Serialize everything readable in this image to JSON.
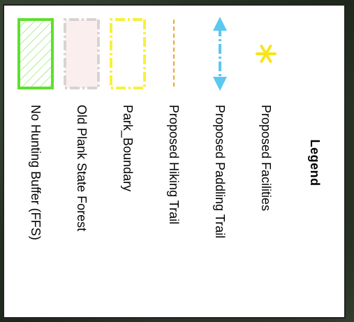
{
  "legend": {
    "title": "Legend",
    "items": [
      {
        "label": "Proposed Facilities",
        "icon": "asterisk-icon",
        "color": "#f5e61a"
      },
      {
        "label": "Proposed Paddling Trail",
        "icon": "double-arrow-icon",
        "color": "#5bc8f0"
      },
      {
        "label": "Proposed Hiking Trail",
        "icon": "dashed-line-icon",
        "color": "#f2a623"
      },
      {
        "label": "Park_Boundary",
        "icon": "dash-dot-box-icon",
        "color": "#f6f23a"
      },
      {
        "label": "Old Plank State Forest",
        "icon": "dash-dot-box-icon",
        "color": "#d7d3d3",
        "fill": "#fbeeee"
      },
      {
        "label": "No Hunting Buffer (FFS)",
        "icon": "hatched-box-icon",
        "color": "#5ee02c"
      }
    ]
  }
}
